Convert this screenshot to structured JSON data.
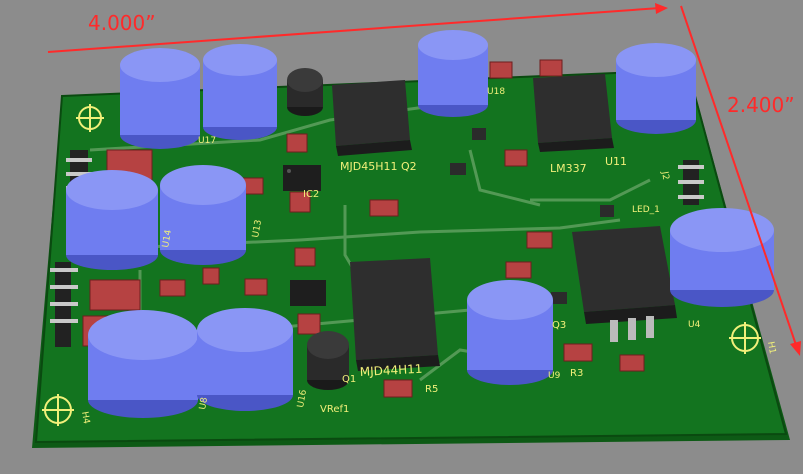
{
  "dimensions": {
    "width_label": "4.000”",
    "height_label": "2.400”"
  },
  "colors": {
    "background": "#8c8c8c",
    "board": "#0f6b1a",
    "silkscreen": "#f2f07a",
    "dimension": "#ff2a2a",
    "capacitor": "#6f7df0",
    "package": "#3a3a3a",
    "resistor": "#b64242"
  },
  "labels": {
    "q2": "MJD45H11 Q2",
    "q1": "MJD44H11",
    "lm337": "LM337",
    "u11": "U11",
    "ic2": "IC2",
    "u17": "U17",
    "u18": "U18",
    "u13": "U13",
    "u14": "U14",
    "u16": "U16",
    "u9": "U9",
    "u8": "U8",
    "u4": "U4",
    "q3": "Q3",
    "q1_ref": "Q1",
    "vref": "VRef1",
    "r5": "R5",
    "r3": "R3",
    "led": "LED_1",
    "h1": "H1",
    "h4": "H4",
    "j2": "J2"
  }
}
